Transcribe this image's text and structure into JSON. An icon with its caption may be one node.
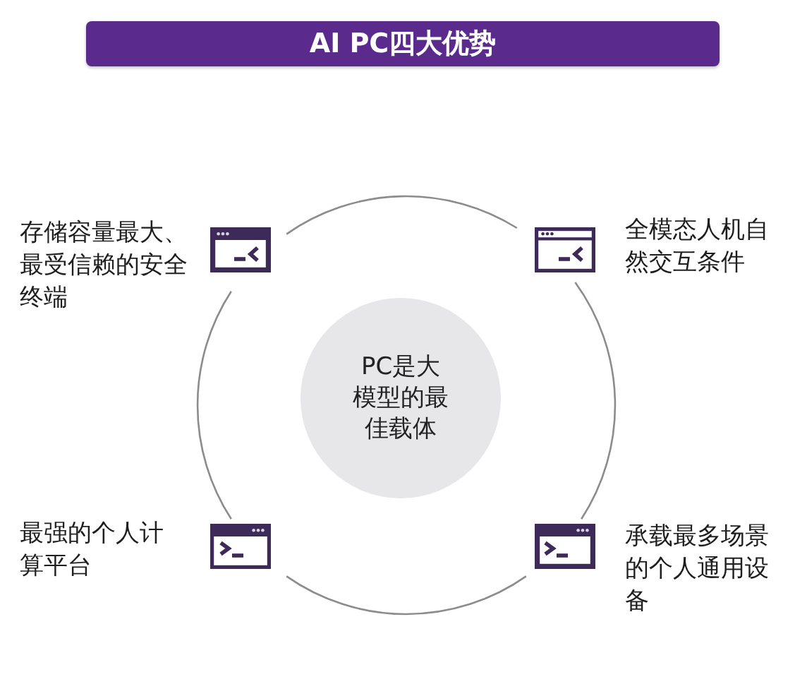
{
  "diagram": {
    "title": "AI PC四大优势",
    "nodes": [
      {
        "text": [
          "PC是大模型的最佳载体"
        ]
      }
    ],
    "labels": [
      "存储容量最大、最受信赖的安全终端",
      "全模态人机自然交互条件",
      "最强的个人计算平台",
      "承载最多场景的个人通用设备"
    ]
  }
}
